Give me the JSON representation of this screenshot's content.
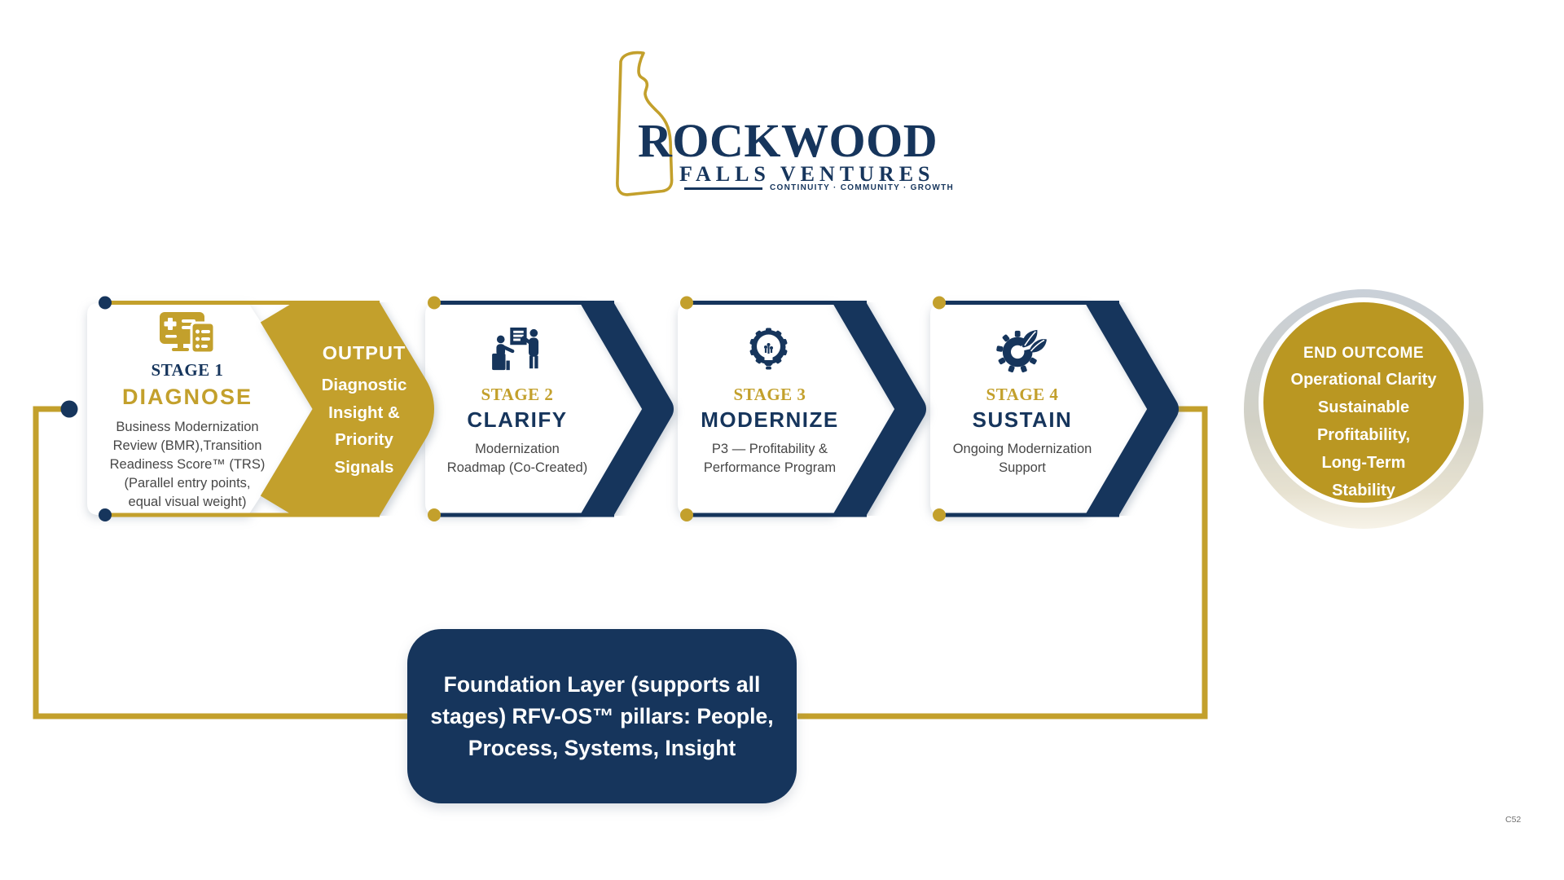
{
  "colors": {
    "navy": "#16355C",
    "gold": "#C3A02C",
    "circle_gold": "#BA9722",
    "ring_gray": "#C9D0D8",
    "body_text_gray": "#474747"
  },
  "logo": {
    "brand": "ROCKWOOD",
    "brand_sub": "FALLS VENTURES",
    "tagline": "CONTINUITY · COMMUNITY · GROWTH",
    "mark": "delaware-state-outline-mark"
  },
  "stages": [
    {
      "label": "STAGE 1",
      "name": "DIAGNOSE",
      "description": "Business Modernization\nReview (BMR),Transition\nReadiness Score™ (TRS)\n(Parallel entry points,\nequal visual weight)",
      "icon": "medical-monitor-checklist-icon"
    },
    {
      "label": "STAGE 2",
      "name": "CLARIFY",
      "description": "Modernization\nRoadmap (Co-Created)",
      "icon": "presentation-collaboration-icon"
    },
    {
      "label": "STAGE 3",
      "name": "MODERNIZE",
      "description": "P3 — Profitability &\nPerformance Program",
      "icon": "gear-lightbulb-icon"
    },
    {
      "label": "STAGE 4",
      "name": "SUSTAIN",
      "description": "Ongoing Modernization\nSupport",
      "icon": "gear-leaf-icon"
    }
  ],
  "output_callout": {
    "title": "OUTPUT",
    "description": "Diagnostic\nInsight &\nPriority\nSignals"
  },
  "end_outcome": {
    "title": "END OUTCOME",
    "description": "Operational Clarity\nSustainable\nProfitability,\nLong-Term\nStability"
  },
  "foundation": {
    "text": "Foundation Layer (supports all\nstages) RFV-OS™ pillars: People,\nProcess, Systems, Insight"
  },
  "footnote": "C52"
}
